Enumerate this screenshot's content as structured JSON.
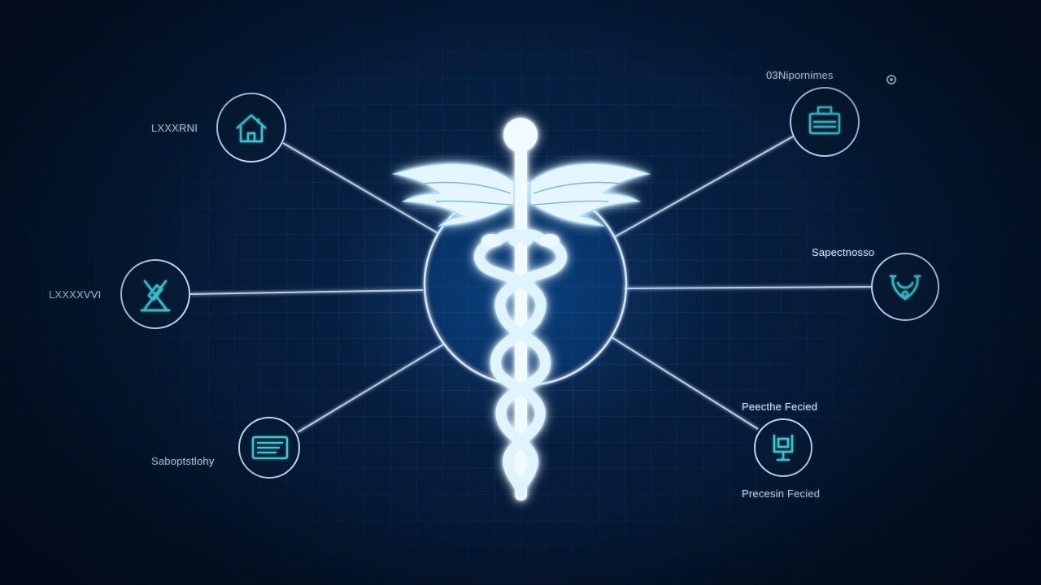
{
  "colors": {
    "background": "#04142a",
    "line": "#cfe2f5",
    "ring": "#b9d6f2",
    "icon": "#3cc8d2",
    "glow": "#8fe3ff",
    "symbol": "#eaf8ff"
  },
  "center": {
    "icon": "caduceus-icon"
  },
  "nodes": [
    {
      "id": "top-left",
      "label": "LXXXRNI",
      "icon": "home-icon"
    },
    {
      "id": "mid-left",
      "label": "LXXXXVVI",
      "icon": "syringe-icon"
    },
    {
      "id": "bottom-left",
      "label": "Saboptstlohy",
      "icon": "card-icon"
    },
    {
      "id": "top-right",
      "label": "03Nipornimes",
      "icon": "briefcase-icon"
    },
    {
      "id": "mid-right",
      "label": "Sapectnosso",
      "icon": "stethoscope-icon"
    },
    {
      "id": "bottom-right",
      "label": "Peecthe Fecied",
      "label2": "Precesin Fecied",
      "icon": "device-icon"
    }
  ]
}
